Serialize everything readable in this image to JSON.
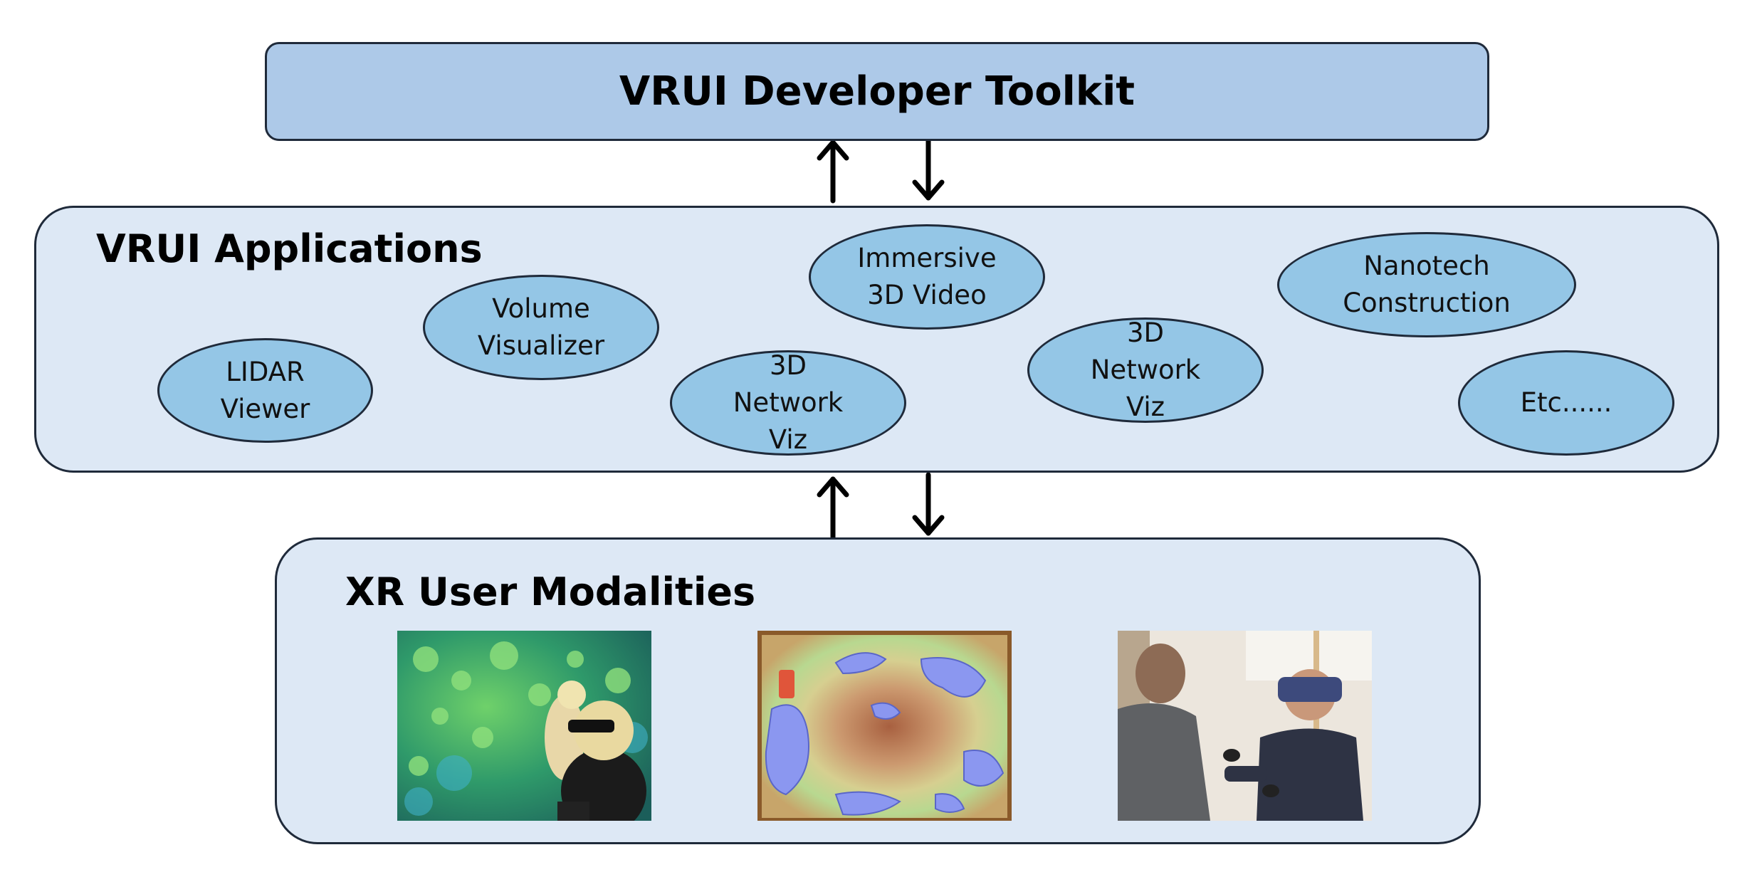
{
  "toolkit": {
    "title": "VRUI Developer Toolkit"
  },
  "applications": {
    "title": "VRUI Applications",
    "items": [
      "LIDAR\nViewer",
      "Volume\nVisualizer",
      "Immersive\n3D Video",
      "3D\nNetwork\nViz",
      "3D\nNetwork\nViz",
      "Nanotech\nConstruction",
      "Etc......"
    ]
  },
  "modalities": {
    "title": "XR User  Modalities",
    "photos": [
      "cave-display-photo",
      "ar-sandbox-photo",
      "vr-headset-photo"
    ]
  },
  "colors": {
    "toolkit_fill": "#adc9e8",
    "panel_fill": "#dde8f5",
    "oval_fill": "#94c6e6",
    "outline": "#1f2a3a"
  }
}
